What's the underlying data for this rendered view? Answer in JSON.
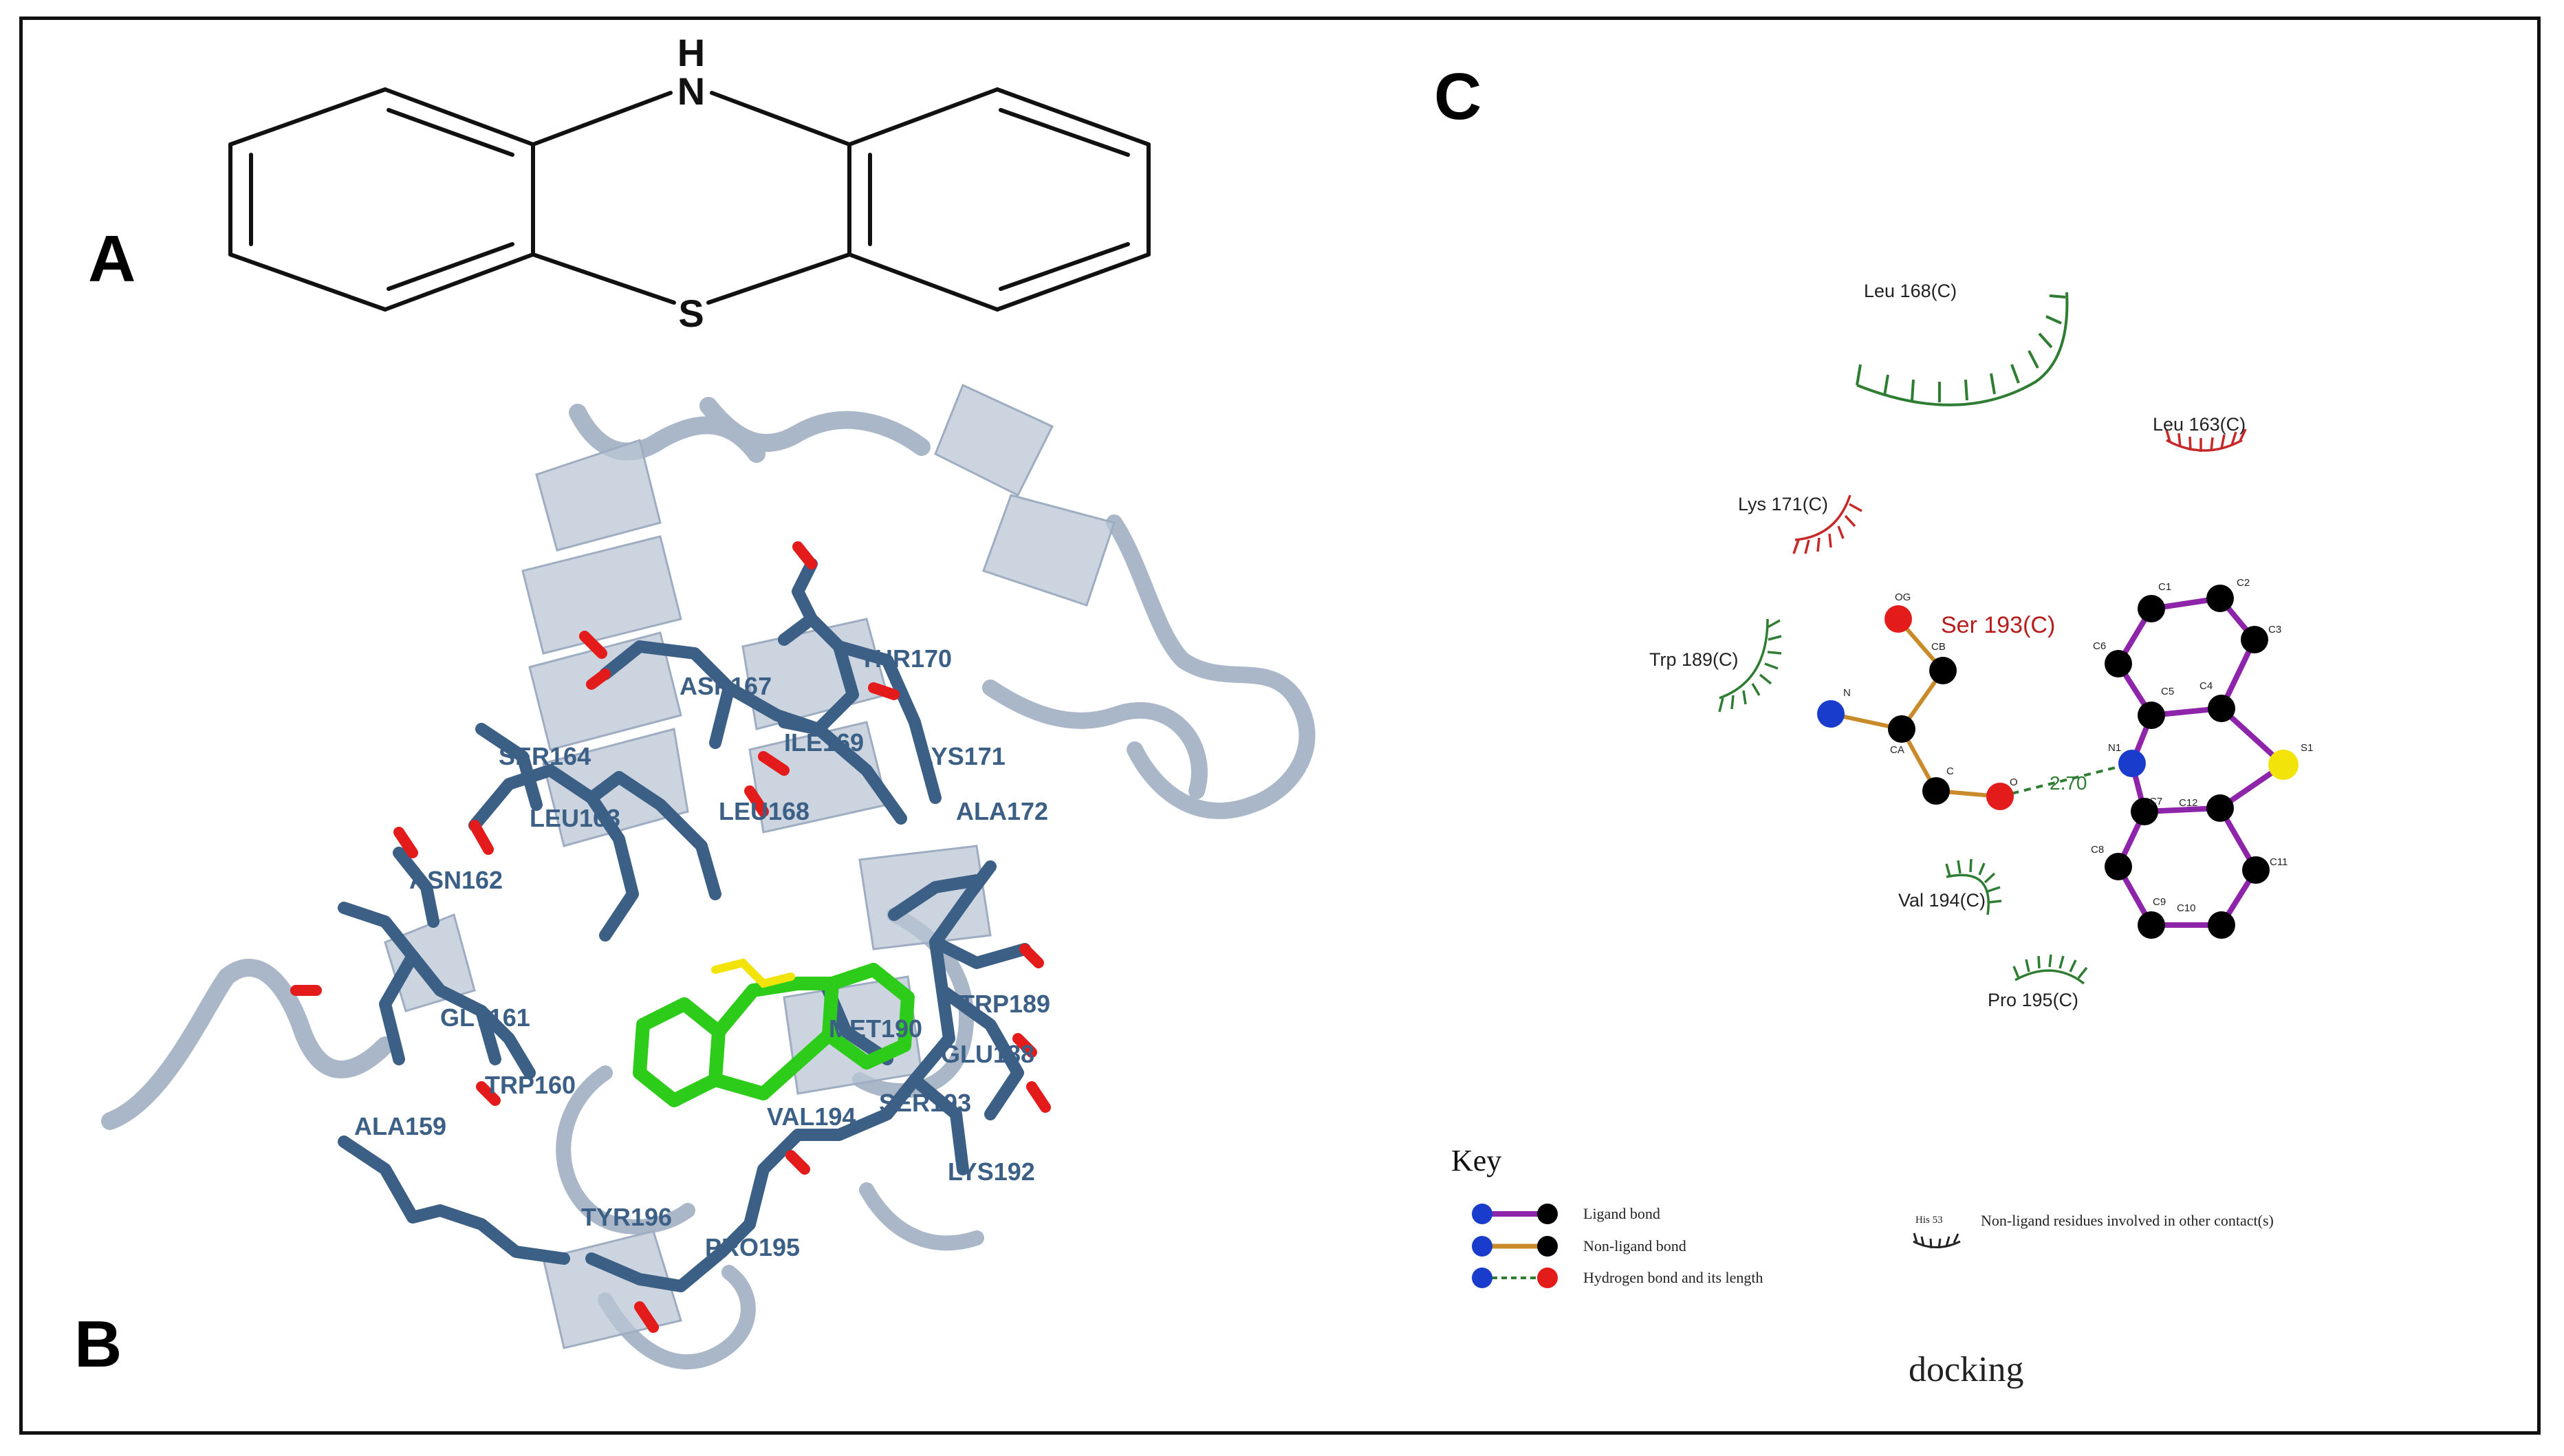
{
  "panels": {
    "a": "A",
    "b": "B",
    "c": "C"
  },
  "structure": {
    "nh": "H",
    "n": "N",
    "s": "S"
  },
  "residues_b": [
    {
      "id": "thr170",
      "label": "THR170"
    },
    {
      "id": "asp167",
      "label": "ASP167"
    },
    {
      "id": "ile169",
      "label": "ILE169"
    },
    {
      "id": "ser164",
      "label": "SER164"
    },
    {
      "id": "lys171",
      "label": "LYS171"
    },
    {
      "id": "leu163",
      "label": "LEU163"
    },
    {
      "id": "leu168",
      "label": "LEU168"
    },
    {
      "id": "ala172",
      "label": "ALA172"
    },
    {
      "id": "asn162",
      "label": "ASN162"
    },
    {
      "id": "gly161",
      "label": "GLY161"
    },
    {
      "id": "trp189",
      "label": "TRP189"
    },
    {
      "id": "met190",
      "label": "MET190"
    },
    {
      "id": "glu188",
      "label": "GLU188"
    },
    {
      "id": "trp160",
      "label": "TRP160"
    },
    {
      "id": "ser193",
      "label": "SER193"
    },
    {
      "id": "val194",
      "label": "VAL194"
    },
    {
      "id": "ala159",
      "label": "ALA159"
    },
    {
      "id": "lys192",
      "label": "LYS192"
    },
    {
      "id": "tyr196",
      "label": "TYR196"
    },
    {
      "id": "pro195",
      "label": "PRO195"
    }
  ],
  "ligplot": {
    "residues": [
      {
        "id": "leu168",
        "label": "Leu 168(C)",
        "color": "#2e7d32"
      },
      {
        "id": "leu163",
        "label": "Leu 163(C)",
        "color": "#c62828"
      },
      {
        "id": "lys171",
        "label": "Lys 171(C)",
        "color": "#c62828"
      },
      {
        "id": "trp189",
        "label": "Trp 189(C)",
        "color": "#2e7d32"
      },
      {
        "id": "val194",
        "label": "Val 194(C)",
        "color": "#2e7d32"
      },
      {
        "id": "pro195",
        "label": "Pro 195(C)",
        "color": "#2e7d32"
      }
    ],
    "ser193": {
      "label": "Ser 193(C)",
      "color": "#b71c1c"
    },
    "hbond_length": "2.70",
    "atoms": {
      "og": "OG",
      "cb": "CB",
      "n": "N",
      "ca": "CA",
      "c": "C",
      "o": "O",
      "n1": "N1",
      "s1": "S1",
      "c1": "C1",
      "c2": "C2",
      "c3": "C3",
      "c4": "C4",
      "c5": "C5",
      "c6": "C6",
      "c7": "C7",
      "c8": "C8",
      "c9": "C9",
      "c10": "C10",
      "c11": "C11",
      "c12": "C12"
    },
    "colors": {
      "ligand_bond": "#8e24aa",
      "non_ligand_bond": "#c98b2a",
      "hbond": "#2e7d32",
      "carbon": "#000000",
      "nitrogen": "#1a3ccc",
      "oxygen": "#e31b1b",
      "sulfur": "#f2e30a"
    },
    "key": {
      "title": "Key",
      "ligand_bond": "Ligand bond",
      "non_ligand_bond": "Non-ligand bond",
      "hbond": "Hydrogen bond and its length",
      "his_label": "His 53",
      "nonligand_contact": "Non-ligand residues involved in other contact(s)"
    },
    "caption": "docking"
  },
  "colors": {
    "residue": "#3c5f86",
    "ribbon": "#a9b7c9",
    "ligand": "#2ecc1a"
  }
}
